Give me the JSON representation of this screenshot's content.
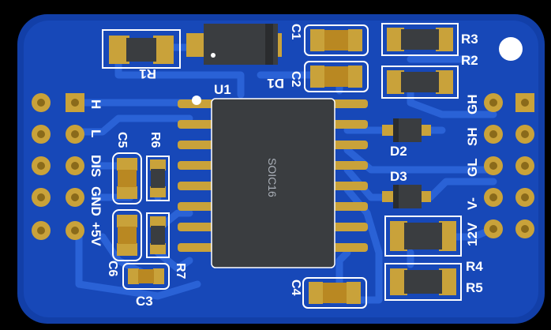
{
  "board": {
    "colors": {
      "substrate": "#123fa8",
      "mask": "#1748b8",
      "trace": "#2a62d6",
      "gold": "#c9a23a",
      "pad_dark": "#8a6a1a",
      "silk": "#ffffff",
      "chip": "#3a3d40",
      "black": "#000000"
    },
    "chip": {
      "ref": "U1",
      "package": "SOIC16"
    },
    "left_header": {
      "labels": [
        "H",
        "L",
        "DIS",
        "GND",
        "+5V"
      ]
    },
    "right_header": {
      "labels": [
        "GH",
        "SH",
        "GL",
        "V-",
        "12V"
      ]
    },
    "refs": {
      "r1": "R1",
      "r2": "R2",
      "r3": "R3",
      "r4": "R4",
      "r5": "R5",
      "r6": "R6",
      "r7": "R7",
      "c1": "C1",
      "c2": "C2",
      "c3": "C3",
      "c4": "C4",
      "c5": "C5",
      "c6": "C6",
      "d1": "D1",
      "d2": "D2",
      "d3": "D3"
    }
  }
}
